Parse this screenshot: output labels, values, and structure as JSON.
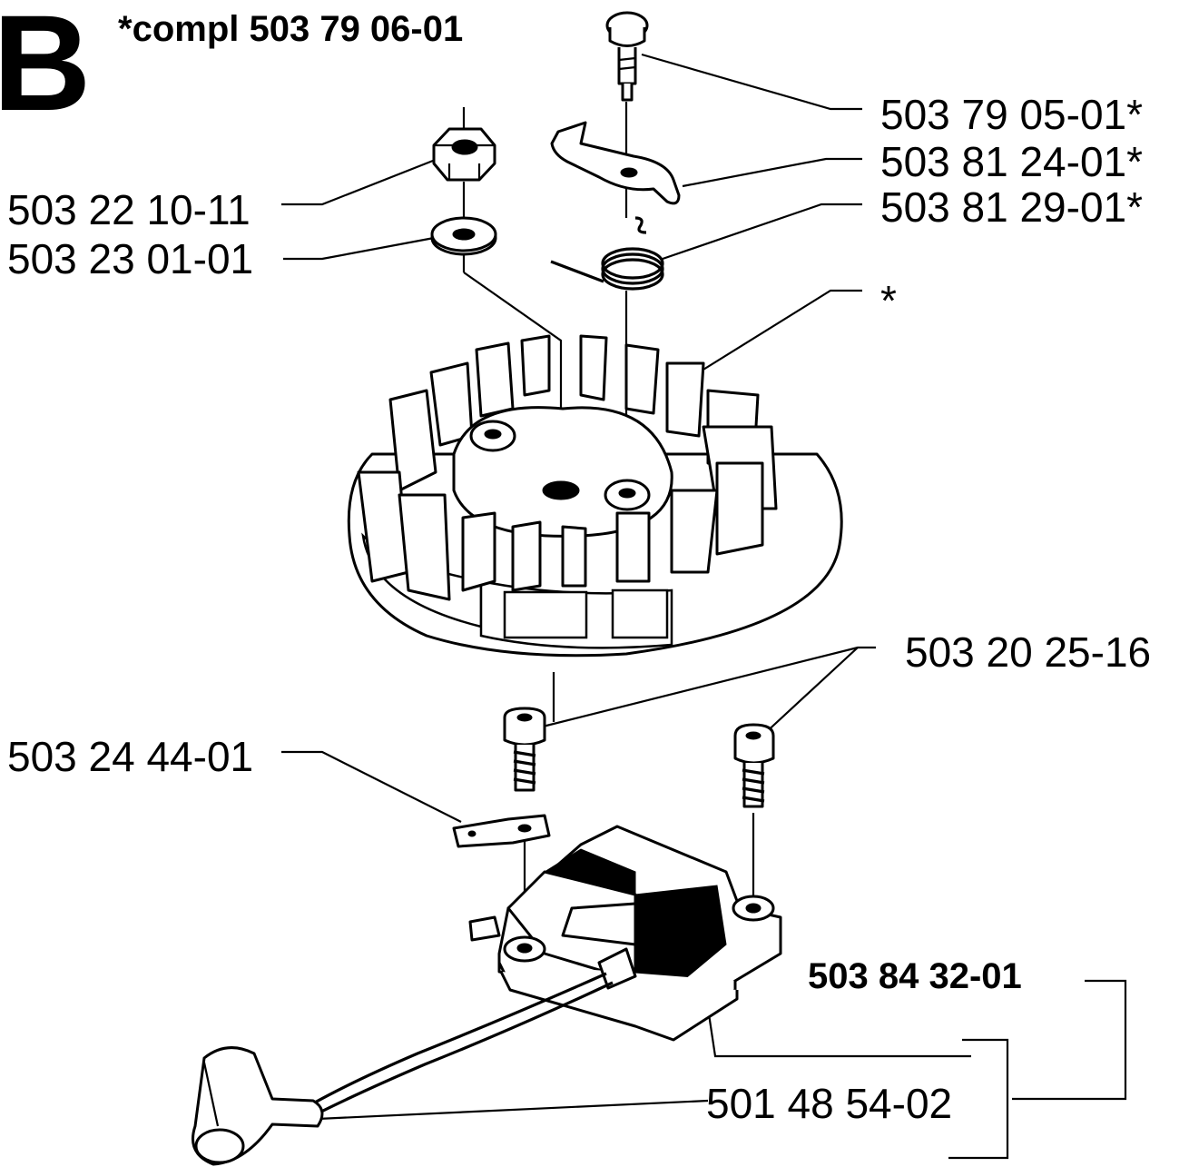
{
  "figure": {
    "section_letter": "B",
    "kit_label": "*compl 503 79 06-01",
    "asterisk_label": "*"
  },
  "parts": [
    {
      "id": "pin",
      "number": "503 79 05-01*"
    },
    {
      "id": "pawl",
      "number": "503 81 24-01*"
    },
    {
      "id": "spring",
      "number": "503 81 29-01*"
    },
    {
      "id": "nut",
      "number": "503 22 10-11"
    },
    {
      "id": "washer",
      "number": "503 23 01-01"
    },
    {
      "id": "screws",
      "number": "503 20 25-16"
    },
    {
      "id": "terminal",
      "number": "503 24 44-01"
    },
    {
      "id": "ignition-module",
      "number": "503 84 32-01"
    },
    {
      "id": "ignition-lead",
      "number": "501 48 54-02"
    }
  ]
}
